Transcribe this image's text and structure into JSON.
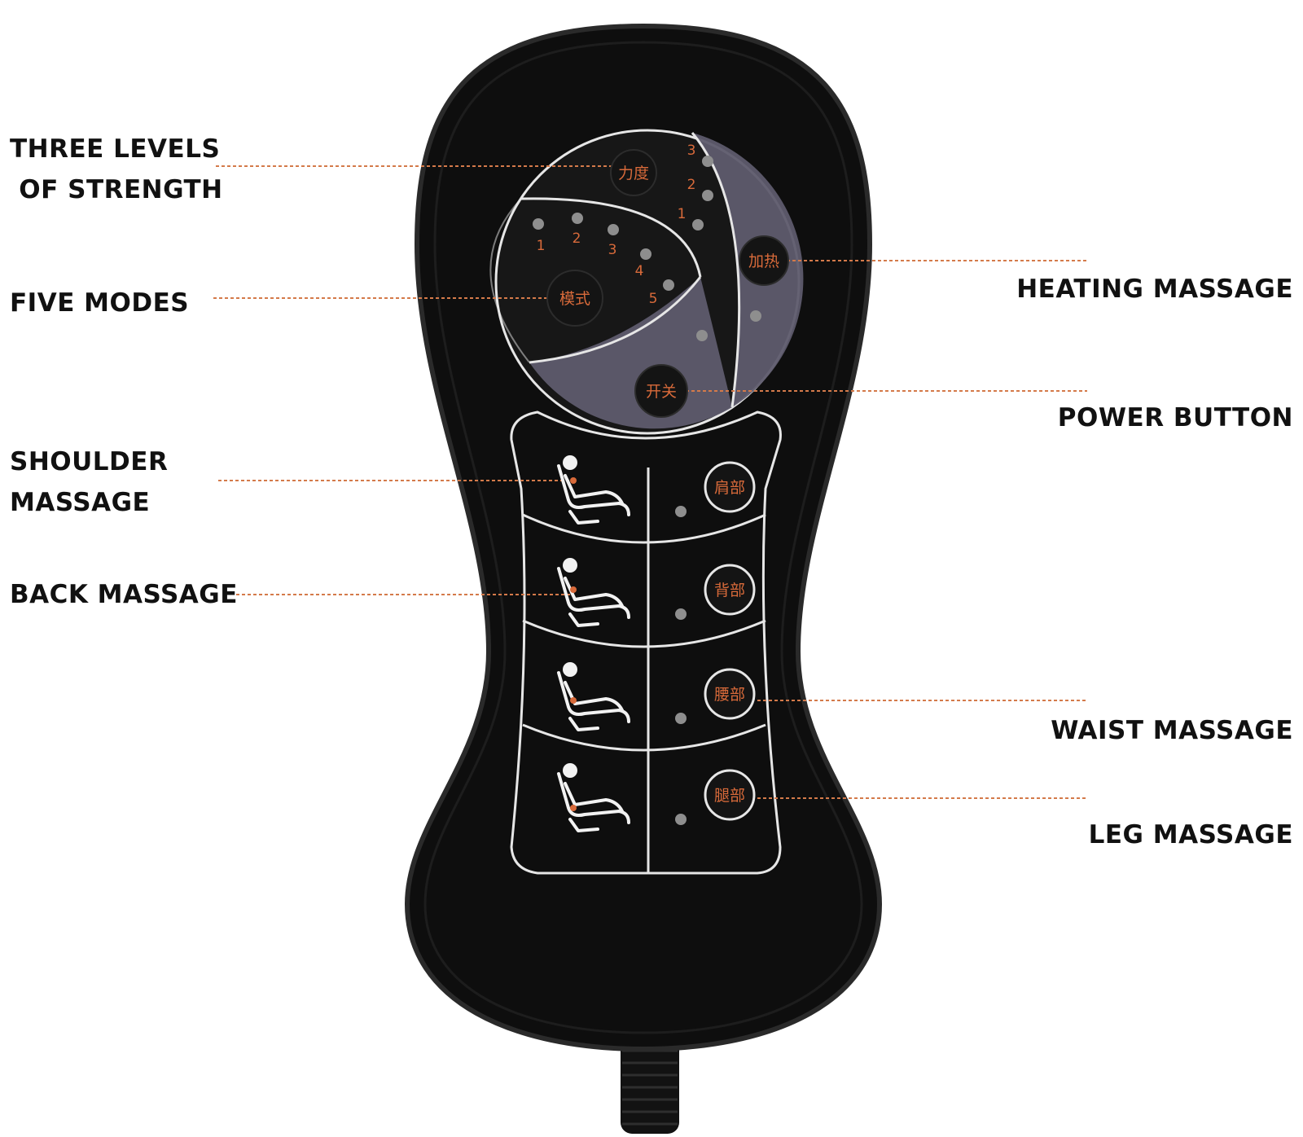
{
  "palette": {
    "body": "#0e0e0e",
    "body_edge": "#2a2a2a",
    "panel_line": "#e6e6e6",
    "dial_fill": "#171717",
    "dial_lens": "#5e5b6d",
    "button_fill": "#141414",
    "button_text": "#d86a3a",
    "led": "#8e8e8e",
    "leader_line": "#d47a4a"
  },
  "callouts": {
    "strength": "THREE LEVELS\n OF STRENGTH",
    "modes": "FIVE MODES",
    "shoulder": "SHOULDER\nMASSAGE",
    "back": "BACK MASSAGE",
    "heating": "HEATING MASSAGE",
    "power": "POWER BUTTON",
    "waist": "WAIST MASSAGE",
    "leg": "LEG MASSAGE"
  },
  "remote": {
    "strength_button": "力度",
    "mode_button": "模式",
    "heat_button": "加热",
    "power_button": "开关",
    "strength_levels": [
      "3",
      "2",
      "1"
    ],
    "mode_levels": [
      "1",
      "2",
      "3",
      "4",
      "5"
    ],
    "zone_buttons": [
      {
        "label": "肩部",
        "icon": "massage-chair-shoulder-icon"
      },
      {
        "label": "背部",
        "icon": "massage-chair-back-icon"
      },
      {
        "label": "腰部",
        "icon": "massage-chair-waist-icon"
      },
      {
        "label": "腿部",
        "icon": "massage-chair-leg-icon"
      }
    ]
  }
}
